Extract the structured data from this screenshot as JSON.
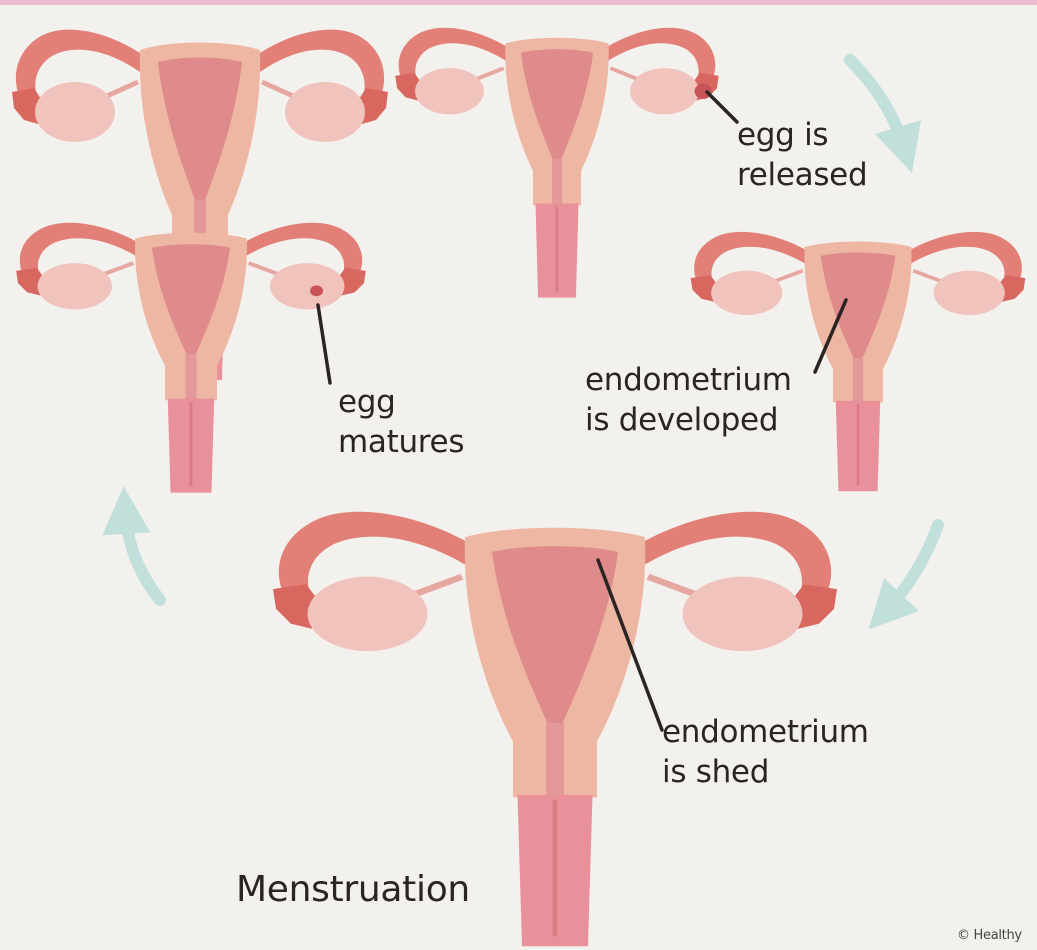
{
  "labels": {
    "egg_released": [
      "egg is",
      "released"
    ],
    "endometrium_developed": [
      "endometrium",
      "is developed"
    ],
    "egg_matures": [
      "egg",
      "matures"
    ],
    "endometrium_shed": [
      "endometrium",
      "is shed"
    ],
    "title": "Menstruation",
    "copyright": "© Healthy"
  },
  "colors": {
    "background": "#f3f1ee",
    "tube": "#e27f76",
    "tube_shadow": "#cf6a62",
    "fimbria": "#d8675f",
    "ovary": "#f1c3bd",
    "uterus_body": "#eeb7a3",
    "endometrium": "#df8a8b",
    "cervix": "#e9919a",
    "arrow": "#b9ddd8",
    "pointer": "#2a2422"
  },
  "stages": [
    {
      "name": "egg-matures",
      "has_egg": true,
      "egg_side": "right"
    },
    {
      "name": "egg-released",
      "has_egg": true,
      "egg_side": "right-outside"
    },
    {
      "name": "endometrium-developed",
      "has_egg": false
    },
    {
      "name": "menstruation",
      "has_egg": false
    }
  ]
}
